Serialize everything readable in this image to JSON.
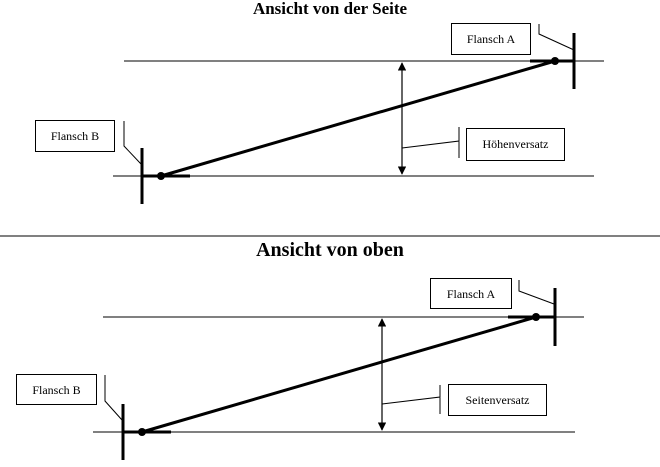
{
  "side_view": {
    "title": "Ansicht von der Seite",
    "flange_a_label": "Flansch A",
    "flange_b_label": "Flansch B",
    "offset_label": "Höhenversatz"
  },
  "top_view": {
    "title": "Ansicht von oben",
    "flange_a_label": "Flansch A",
    "flange_b_label": "Flansch B",
    "offset_label": "Seitenversatz"
  }
}
